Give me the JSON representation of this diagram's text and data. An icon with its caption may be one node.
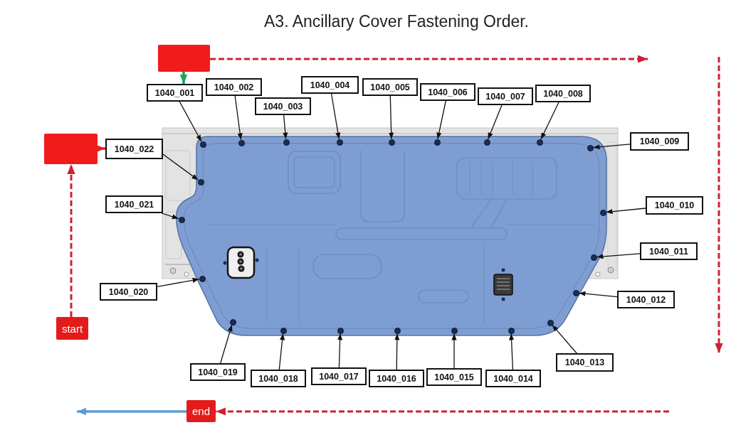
{
  "diagram": {
    "title": "A3. Ancillary Cover Fastening Order.",
    "nodes": [
      {
        "text": [],
        "shape": "box"
      },
      {
        "text": [
          "1040_001"
        ]
      },
      {
        "text": [
          "1040_002"
        ]
      },
      {
        "text": [
          "1040_003"
        ]
      },
      {
        "text": [
          "1040_004"
        ]
      },
      {
        "text": [
          "1040_005"
        ]
      },
      {
        "text": [
          "1040_006"
        ]
      },
      {
        "text": [
          "1040_007"
        ]
      },
      {
        "text": [
          "1040_008"
        ]
      },
      {
        "text": [
          "1040_009"
        ]
      },
      {
        "text": [
          "1040_010"
        ]
      },
      {
        "text": [
          "1040_011"
        ]
      },
      {
        "text": [
          "1040_012"
        ]
      },
      {
        "text": [
          "1040_013"
        ]
      },
      {
        "text": [
          "1040_014"
        ]
      },
      {
        "text": [
          "1040_015"
        ]
      },
      {
        "text": [
          "1040_016"
        ]
      },
      {
        "text": [
          "1040_017"
        ]
      },
      {
        "text": [
          "1040_018"
        ]
      },
      {
        "text": [
          "1040_019"
        ]
      },
      {
        "text": [
          "1040_020"
        ]
      },
      {
        "text": [
          "1040_021"
        ]
      },
      {
        "text": [
          "1040_022"
        ]
      },
      {
        "text": [],
        "shape": "circle"
      },
      {
        "text": [],
        "shape": "circle"
      },
      {
        "text": [],
        "shape": "circle"
      },
      {
        "text": [],
        "shape": "circle"
      },
      {
        "text": [],
        "shape": "circle"
      },
      {
        "text": [],
        "shape": "circle"
      },
      {
        "text": [],
        "shape": "circle"
      },
      {
        "text": [],
        "shape": "circle"
      },
      {
        "text": [],
        "shape": "circle"
      },
      {
        "text": [],
        "shape": "circle"
      },
      {
        "text": [],
        "shape": "circle"
      },
      {
        "text": [],
        "shape": "circle"
      },
      {
        "text": [],
        "shape": "circle"
      },
      {
        "text": [],
        "shape": "circle"
      },
      {
        "text": [],
        "shape": "circle"
      },
      {
        "text": [],
        "shape": "circle"
      },
      {
        "text": [],
        "shape": "circle"
      },
      {
        "text": [],
        "shape": "circle"
      },
      {
        "text": [],
        "shape": "circle"
      },
      {
        "text": [],
        "shape": "circle"
      },
      {
        "text": [],
        "shape": "circle"
      },
      {
        "text": [],
        "shape": "circle"
      },
      {
        "text": [],
        "shape": "box"
      },
      {
        "text": [
          "start"
        ]
      },
      {
        "text": [
          "end"
        ]
      }
    ],
    "edges": [
      {
        "from": 46,
        "to": 45,
        "arrow": "to",
        "style": "dashed",
        "color": "#cc2233"
      },
      {
        "from": 45,
        "to": 22,
        "arrow": "to",
        "style": "thick",
        "color": "#e8201f"
      },
      {
        "from": 0,
        "to": 1,
        "arrow": "to",
        "style": "thick",
        "color": "#1fa45a"
      },
      {
        "from": 0,
        "to": null,
        "arrow": "to",
        "style": "dashed",
        "color": "#cc2233"
      },
      {
        "from": 1,
        "to": 23,
        "arrow": "to"
      },
      {
        "from": 2,
        "to": 24,
        "arrow": "to"
      },
      {
        "from": 3,
        "to": 25,
        "arrow": "to"
      },
      {
        "from": 4,
        "to": 26,
        "arrow": "to"
      },
      {
        "from": 5,
        "to": 27,
        "arrow": "to"
      },
      {
        "from": 6,
        "to": 28,
        "arrow": "to"
      },
      {
        "from": 7,
        "to": 29,
        "arrow": "to"
      },
      {
        "from": 8,
        "to": 30,
        "arrow": "to"
      },
      {
        "from": 9,
        "to": 31,
        "arrow": "to"
      },
      {
        "from": 10,
        "to": 32,
        "arrow": "to"
      },
      {
        "from": 11,
        "to": 33,
        "arrow": "to"
      },
      {
        "from": 12,
        "to": 34,
        "arrow": "to"
      },
      {
        "from": 13,
        "to": 35,
        "arrow": "to"
      },
      {
        "from": 14,
        "to": 36,
        "arrow": "to"
      },
      {
        "from": 15,
        "to": 37,
        "arrow": "to"
      },
      {
        "from": 16,
        "to": 38,
        "arrow": "to"
      },
      {
        "from": 17,
        "to": 39,
        "arrow": "to"
      },
      {
        "from": 18,
        "to": 40,
        "arrow": "to"
      },
      {
        "from": 19,
        "to": 41,
        "arrow": "to"
      },
      {
        "from": 20,
        "to": 42,
        "arrow": "to"
      },
      {
        "from": 21,
        "to": 43,
        "arrow": "to"
      },
      {
        "from": 22,
        "to": 44,
        "arrow": "to"
      },
      {
        "from": null,
        "to": 47,
        "arrow": "to",
        "style": "dashed",
        "color": "#cc2233"
      },
      {
        "from": 47,
        "to": null,
        "arrow": "to",
        "style": "thick",
        "color": "#5b9bd5"
      }
    ]
  }
}
